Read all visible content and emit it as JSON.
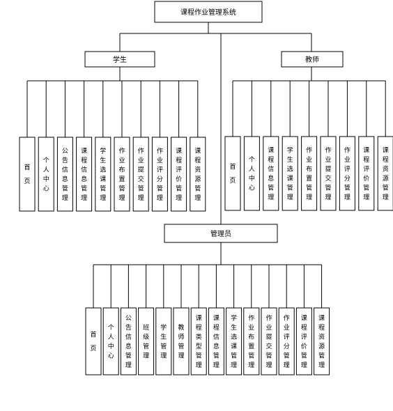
{
  "root": {
    "label": "课程作业管理系统"
  },
  "student": {
    "label": "学生",
    "modules": [
      "首页",
      "个人中心",
      "公告信息管理",
      "课程信息管理",
      "学生选课管理",
      "作业布置管理",
      "作业提交管理",
      "作业评分管理",
      "课程评价管理",
      "课程资源管理"
    ]
  },
  "teacher": {
    "label": "教师",
    "modules": [
      "首页",
      "个人中心",
      "课程信息管理",
      "学生选课管理",
      "作业布置管理",
      "作业提交管理",
      "作业评分管理",
      "课程评价管理",
      "课程资源管理"
    ]
  },
  "admin": {
    "label": "管理员",
    "modules": [
      "首页",
      "个人中心",
      "公告信息管理",
      "班级管理",
      "学生管理",
      "教师管理",
      "课程类型管理",
      "课程信息管理",
      "学生选课管理",
      "作业布置管理",
      "作业提交管理",
      "作业评分管理",
      "课程评价管理",
      "课程资源管理"
    ]
  }
}
